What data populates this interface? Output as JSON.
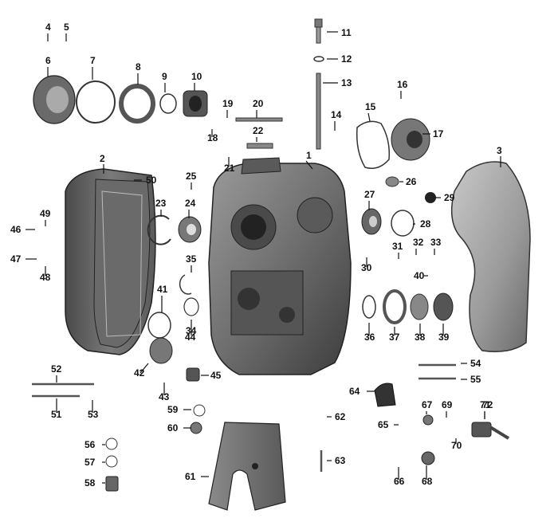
{
  "diagram": {
    "labels": [
      "1",
      "2",
      "3",
      "4",
      "5",
      "6",
      "7",
      "8",
      "9",
      "10",
      "11",
      "12",
      "13",
      "14",
      "15",
      "16",
      "17",
      "18",
      "19",
      "20",
      "21",
      "22",
      "23",
      "24",
      "25",
      "26",
      "27",
      "28",
      "29",
      "30",
      "31",
      "32",
      "33",
      "34",
      "35",
      "36",
      "37",
      "38",
      "39",
      "40",
      "41",
      "42",
      "43",
      "44",
      "45",
      "46",
      "47",
      "48",
      "49",
      "50",
      "51",
      "52",
      "53",
      "54",
      "55",
      "56",
      "57",
      "58",
      "59",
      "60",
      "61",
      "62",
      "63",
      "64",
      "65",
      "66",
      "67",
      "68",
      "69",
      "70",
      "71",
      "72"
    ],
    "part_shading": {
      "dark": "#3a3a3a",
      "mid": "#7a7a7a",
      "light": "#bdbdbd",
      "ring": "#555555"
    }
  }
}
